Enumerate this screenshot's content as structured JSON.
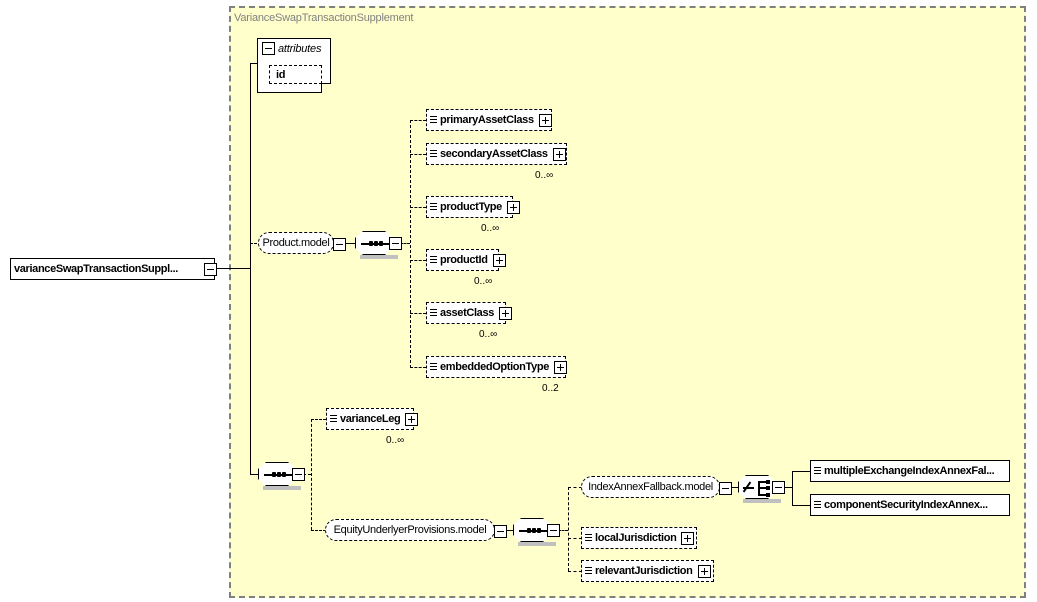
{
  "diagram": {
    "title": "VarianceSwapTransactionSupplement",
    "root": {
      "label": "varianceSwapTransactionSuppl...",
      "expander": "minus"
    },
    "attributes_panel": {
      "header_label": "attributes",
      "header_expander": "minus",
      "items": [
        {
          "label": "id"
        }
      ]
    },
    "model_groups": [
      {
        "id": "product-model",
        "label": "Product.model",
        "expander": "minus"
      },
      {
        "id": "equity-underlyer-provisions-model",
        "label": "EquityUnderlyerProvisions.model",
        "expander": "minus"
      },
      {
        "id": "index-annex-fallback-model",
        "label": "IndexAnnexFallback.model",
        "expander": "minus"
      }
    ],
    "compositors": [
      {
        "id": "root-sequence",
        "kind": "sequence",
        "expander": "minus"
      },
      {
        "id": "product-sequence",
        "kind": "sequence",
        "expander": "minus"
      },
      {
        "id": "equity-sequence",
        "kind": "sequence",
        "expander": "minus"
      },
      {
        "id": "index-annex-choice",
        "kind": "choice",
        "expander": "minus"
      }
    ],
    "elements": [
      {
        "id": "primaryAssetClass",
        "label": "primaryAssetClass",
        "optional": true,
        "expander": "plus",
        "cardinality": ""
      },
      {
        "id": "secondaryAssetClass",
        "label": "secondaryAssetClass",
        "optional": true,
        "expander": "plus",
        "cardinality": "0..∞"
      },
      {
        "id": "productType",
        "label": "productType",
        "optional": true,
        "expander": "plus",
        "cardinality": "0..∞"
      },
      {
        "id": "productId",
        "label": "productId",
        "optional": true,
        "expander": "plus",
        "cardinality": "0..∞"
      },
      {
        "id": "assetClass",
        "label": "assetClass",
        "optional": true,
        "expander": "plus",
        "cardinality": "0..∞"
      },
      {
        "id": "embeddedOptionType",
        "label": "embeddedOptionType",
        "optional": true,
        "expander": "plus",
        "cardinality": "0..2"
      },
      {
        "id": "varianceLeg",
        "label": "varianceLeg",
        "optional": true,
        "expander": "plus",
        "cardinality": "0..∞"
      },
      {
        "id": "localJurisdiction",
        "label": "localJurisdiction",
        "optional": true,
        "expander": "plus",
        "cardinality": ""
      },
      {
        "id": "relevantJurisdiction",
        "label": "relevantJurisdiction",
        "optional": true,
        "expander": "plus",
        "cardinality": ""
      },
      {
        "id": "multipleExchangeIndexAnnexFallback",
        "label": "multipleExchangeIndexAnnexFal...",
        "optional": false,
        "expander": "none",
        "cardinality": ""
      },
      {
        "id": "componentSecurityIndexAnnexFallback",
        "label": "componentSecurityIndexAnnex...",
        "optional": false,
        "expander": "none",
        "cardinality": ""
      }
    ]
  },
  "colors": {
    "canvas_background": "#ffffff",
    "schema_background": "#ffffcc",
    "schema_border": "#808080",
    "node_fill": "#ffffff",
    "node_border": "#000000",
    "shadow": "#c0c0c0",
    "title_text": "#808080",
    "label_text": "#000000"
  }
}
